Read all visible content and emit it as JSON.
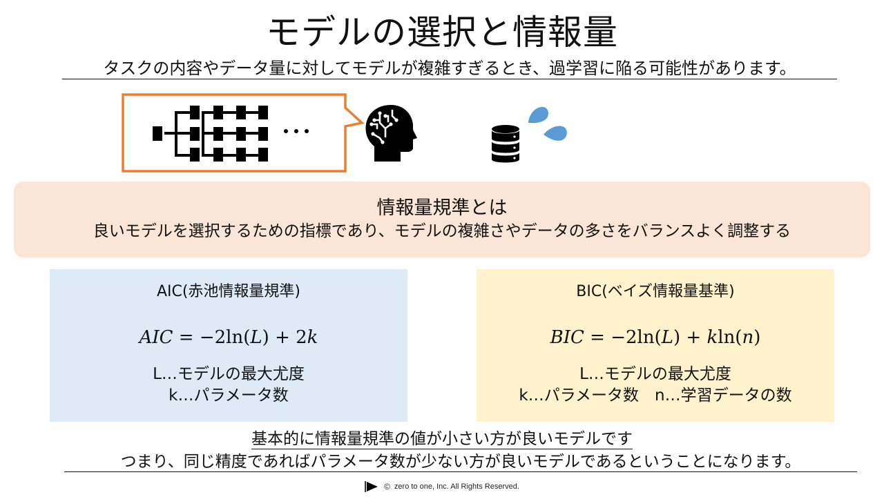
{
  "slide": {
    "title": "モデルの選択と情報量",
    "subtitle": "タスクの内容やデータ量に対してモデルが複雑すぎるとき、過学習に陥る可能性があります。"
  },
  "illustration": {
    "bubble_color": "#ed7d31",
    "ellipsis": "…",
    "icons": [
      "neural-network-icon",
      "ai-head-icon",
      "database-icon",
      "sweat-drops-icon"
    ],
    "drop_color": "#5b9bd5"
  },
  "criterion": {
    "title": "情報量規準とは",
    "description": "良いモデルを選択するための指標であり、モデルの複雑さやデータの多さをバランスよく調整する",
    "bg_color": "#fbe5d6"
  },
  "aic": {
    "name": "AIC(赤池情報量規準)",
    "formula": {
      "lhs": "AIC",
      "eq": " = −2ln(",
      "L": "L",
      "mid": ") + 2",
      "k": "k",
      "end": ""
    },
    "line1": "L…モデルの最大尤度",
    "line2": "k…パラメータ数",
    "bg_color": "#deebf7"
  },
  "bic": {
    "name": "BIC(ベイズ情報量基準)",
    "formula": {
      "lhs": "BIC",
      "eq": " = −2ln(",
      "L": "L",
      "mid": ") + ",
      "k": "k",
      "ln": "ln(",
      "n": "n",
      "end": ")"
    },
    "line1": "L…モデルの最大尤度",
    "line2": "k…パラメータ数　n…学習データの数",
    "bg_color": "#fff2cc"
  },
  "conclusion": {
    "line1": "基本的に情報量規準の値が小さい方が良いモデルです",
    "line2": "つまり、同じ精度であればパラメータ数が少ない方が良いモデルであるということになります。"
  },
  "footer": {
    "copyright_symbol": "©",
    "text": "zero to one, Inc. All Rights Reserved."
  }
}
